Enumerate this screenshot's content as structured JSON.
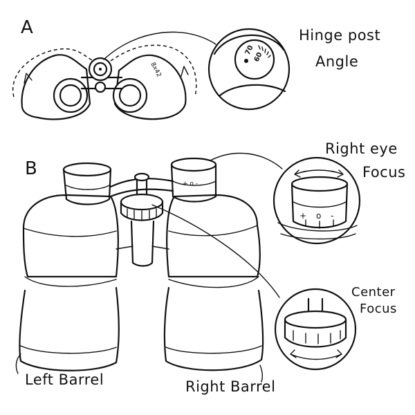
{
  "panels": {
    "a": {
      "letter": "A",
      "callout_line1": "Hinge post",
      "callout_line2": "Angle",
      "magnification": "8x42",
      "scale_marks": [
        "70",
        "60"
      ]
    },
    "b": {
      "letter": "B",
      "right_eye_line1": "Right eye",
      "right_eye_line2": "Focus",
      "center_line1": "Center",
      "center_line2": "Focus",
      "left_barrel": "Left Barrel",
      "right_barrel": "Right Barrel",
      "diopter_marks": [
        "+",
        "o",
        "-"
      ]
    }
  }
}
